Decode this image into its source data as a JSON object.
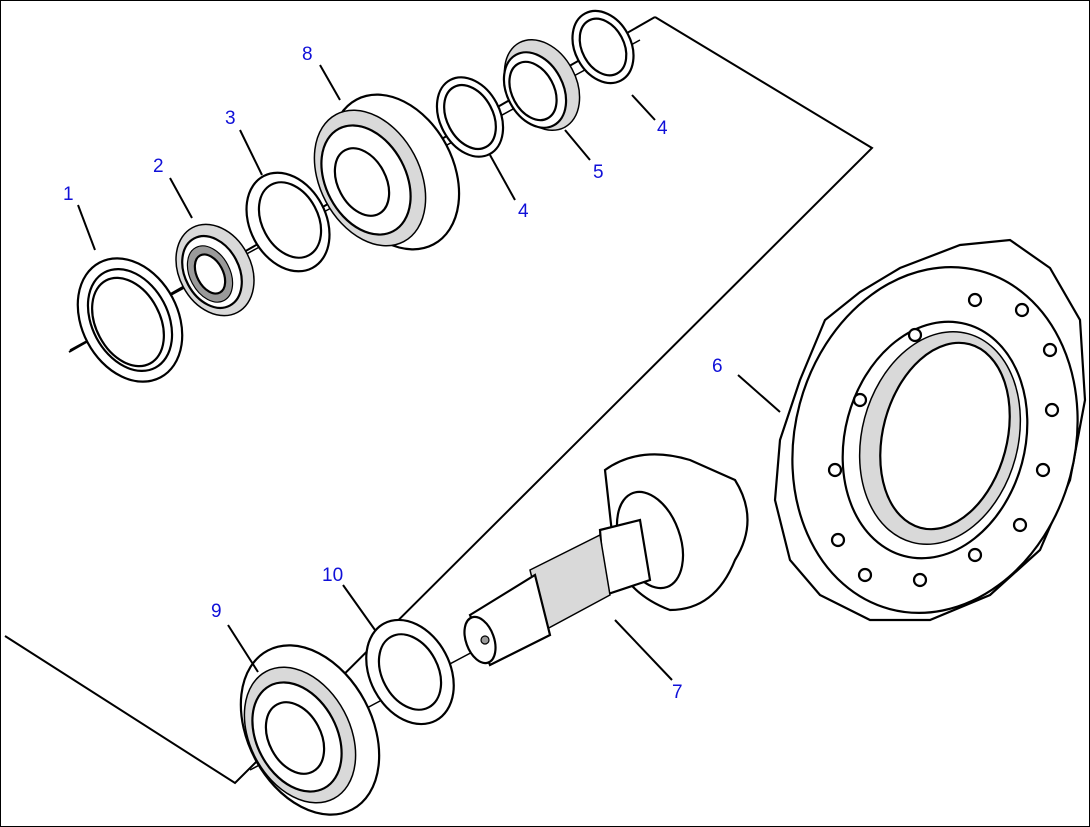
{
  "callouts": [
    {
      "id": "callout-1",
      "text": "1"
    },
    {
      "id": "callout-2",
      "text": "2"
    },
    {
      "id": "callout-3",
      "text": "3"
    },
    {
      "id": "callout-8",
      "text": "8"
    },
    {
      "id": "callout-4a",
      "text": "4"
    },
    {
      "id": "callout-5",
      "text": "5"
    },
    {
      "id": "callout-4b",
      "text": "4"
    },
    {
      "id": "callout-6",
      "text": "6"
    },
    {
      "id": "callout-7",
      "text": "7"
    },
    {
      "id": "callout-9",
      "text": "9"
    },
    {
      "id": "callout-10",
      "text": "10"
    }
  ],
  "colors": {
    "callout": "#1010d8",
    "line": "#000000"
  }
}
